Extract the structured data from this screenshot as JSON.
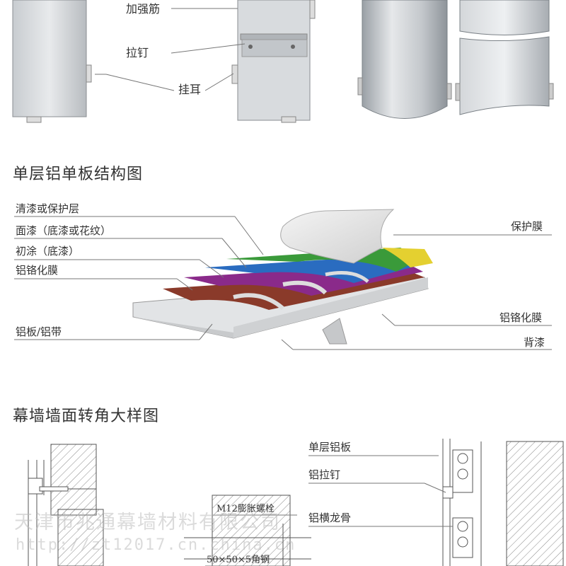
{
  "top_section": {
    "labels": {
      "stiffener": "加强筋",
      "rivet": "拉钉",
      "hanger": "挂耳"
    }
  },
  "layer_section": {
    "heading": "单层铝单板结构图",
    "left_labels": [
      "清漆或保护层",
      "面漆（底漆或花纹）",
      "初涂（底漆）",
      "铝铬化膜",
      "铝板/铝带"
    ],
    "right_labels": [
      "保护膜",
      "铝铬化膜",
      "背漆"
    ],
    "layer_colors": [
      "#3a9a3a",
      "#2a6cc0",
      "#8a2a8a",
      "#8a3a2a",
      "#e4d030"
    ]
  },
  "corner_section": {
    "heading": "幕墙墙面转角大样图",
    "labels": [
      "单层铝板",
      "铝拉钉",
      "铝横龙骨"
    ],
    "bolt_label": "M12膨胀螺栓",
    "angle_label": "50×50×5角钢"
  },
  "watermark": {
    "company": "天津市兆通幕墙材料有限公司",
    "url": "http://zt12017.cn.china.cn"
  }
}
